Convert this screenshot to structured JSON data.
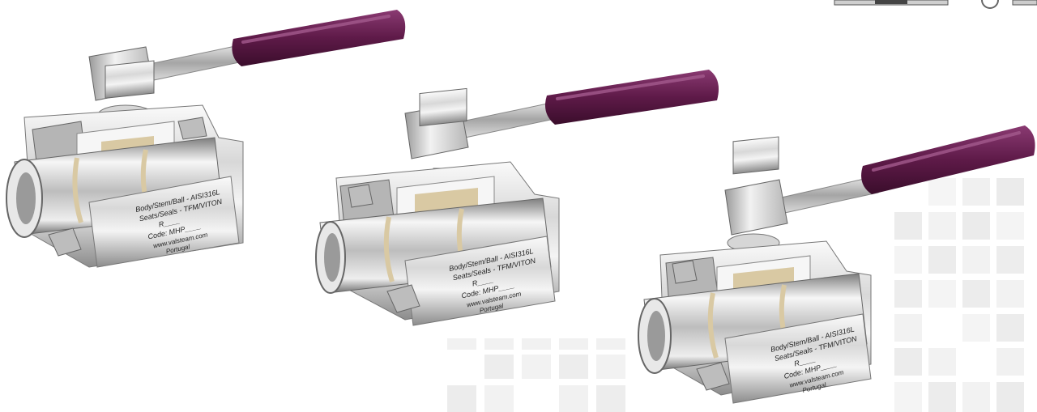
{
  "scene": {
    "colors": {
      "handle": "#5e1a48",
      "steel_light": "#f2f2f2",
      "steel_mid": "#c9c9c9",
      "steel_dark": "#7a7a7a",
      "seat_tan": "#d9c9a3",
      "tile_gray": "#e6e6e6"
    }
  },
  "valves": [
    {
      "line1": "Body/Stem/Ball - AISI316L",
      "line2": "Seats/Seals - TFM/VITON",
      "line3": "R____",
      "line4": "Code: MHP____",
      "line5": "www.valsteam.com",
      "line6": "Portugal"
    },
    {
      "line1": "Body/Stem/Ball - AISI316L",
      "line2": "Seats/Seals - TFM/VITON",
      "line3": "R____",
      "line4": "Code: MHP____",
      "line5": "www.valsteam.com",
      "line6": "Portugal"
    },
    {
      "line1": "Body/Stem/Ball - AISI316L",
      "line2": "Seats/Seals - TFM/VITON",
      "line3": "R____",
      "line4": "Code: MHP____",
      "line5": "www.valsteam.com",
      "line6": "Portugal"
    }
  ]
}
